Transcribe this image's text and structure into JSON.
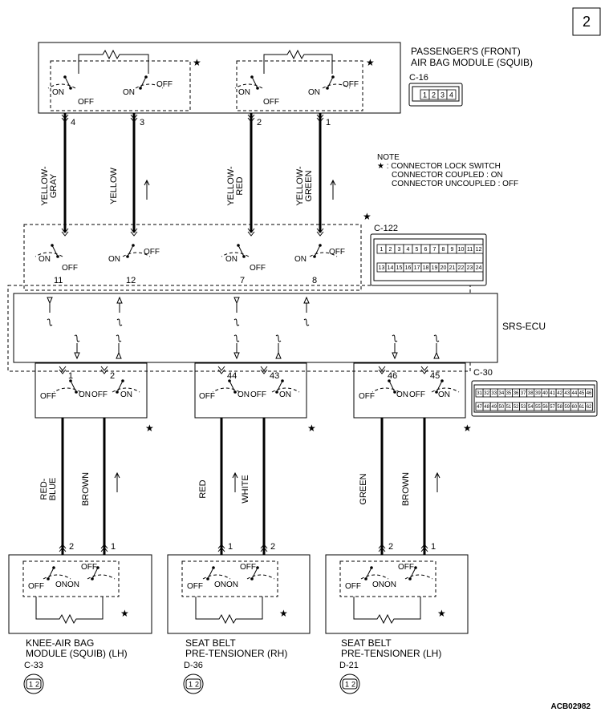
{
  "page_number": "2",
  "figure_code": "ACB02982",
  "note": {
    "title": "NOTE",
    "line1": "★ : CONNECTOR LOCK SWITCH",
    "line2": "CONNECTOR COUPLED : ON",
    "line3": "CONNECTOR UNCOUPLED : OFF"
  },
  "star": "★",
  "switch_on": "ON",
  "switch_off": "OFF",
  "passenger_module": {
    "label1": "PASSENGER'S (FRONT)",
    "label2": "AIR BAG MODULE (SQUIB)",
    "connector": "C-16",
    "pins": [
      "1",
      "2",
      "3",
      "4"
    ]
  },
  "connector_c122": {
    "label": "C-122",
    "row1": [
      "1",
      "2",
      "3",
      "4",
      "5",
      "6",
      "7",
      "8",
      "9",
      "10",
      "11",
      "12"
    ],
    "row2": [
      "13",
      "14",
      "15",
      "16",
      "17",
      "18",
      "19",
      "20",
      "21",
      "22",
      "23",
      "24"
    ]
  },
  "connector_c30": {
    "label": "C-30",
    "row1": [
      "31",
      "32",
      "33",
      "34",
      "35",
      "36",
      "37",
      "38",
      "39",
      "40",
      "41",
      "42",
      "43",
      "44",
      "45",
      "46"
    ],
    "row2": [
      "47",
      "48",
      "49",
      "50",
      "51",
      "52",
      "53",
      "54",
      "55",
      "56",
      "57",
      "58",
      "59",
      "60",
      "61",
      "62"
    ]
  },
  "ecu_label": "SRS-ECU",
  "upper_wires": [
    {
      "color_line1": "YELLOW-",
      "color_line2": "GRAY",
      "top_pin": "4",
      "bottom_pin": "11"
    },
    {
      "color_line1": "YELLOW",
      "color_line2": "",
      "top_pin": "3",
      "bottom_pin": "12"
    },
    {
      "color_line1": "YELLOW-",
      "color_line2": "RED",
      "top_pin": "2",
      "bottom_pin": "7"
    },
    {
      "color_line1": "YELLOW-",
      "color_line2": "GREEN",
      "top_pin": "1",
      "bottom_pin": "8"
    }
  ],
  "lower_wires": [
    {
      "color_line1": "RED-",
      "color_line2": "BLUE",
      "top_pin": "1",
      "bottom_pin": "2"
    },
    {
      "color_line1": "BROWN",
      "color_line2": "",
      "top_pin": "2",
      "bottom_pin": "1"
    },
    {
      "color_line1": "RED",
      "color_line2": "",
      "top_pin": "44",
      "bottom_pin": "1"
    },
    {
      "color_line1": "WHITE",
      "color_line2": "",
      "top_pin": "43",
      "bottom_pin": "2"
    },
    {
      "color_line1": "GREEN",
      "color_line2": "",
      "top_pin": "46",
      "bottom_pin": "2"
    },
    {
      "color_line1": "BROWN",
      "color_line2": "",
      "top_pin": "45",
      "bottom_pin": "1"
    }
  ],
  "bottom_modules": [
    {
      "line1": "KNEE-AIR BAG",
      "line2": "MODULE (SQUIB) (LH)",
      "connector": "C-33",
      "pins": [
        "1",
        "2"
      ]
    },
    {
      "line1": "SEAT BELT",
      "line2": "PRE-TENSIONER (RH)",
      "connector": "D-36",
      "pins": [
        "1",
        "2"
      ]
    },
    {
      "line1": "SEAT BELT",
      "line2": "PRE-TENSIONER (LH)",
      "connector": "D-21",
      "pins": [
        "1",
        "2"
      ]
    }
  ]
}
